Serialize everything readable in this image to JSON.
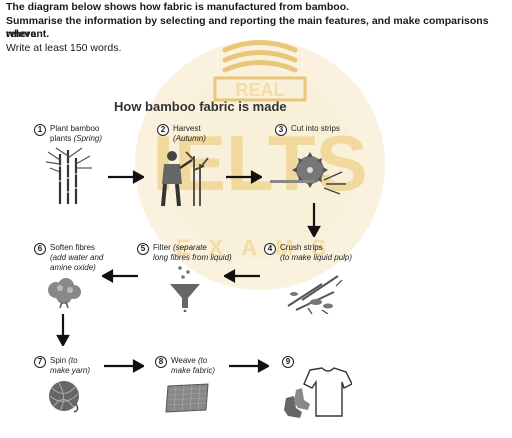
{
  "instructions": {
    "line1": "The diagram below shows how fabric is manufactured from bamboo.",
    "line2a": "Summarise the information by selecting and reporting the main features, and make comparisons where",
    "line2b": "relevant.",
    "line3": "Write at least 150 words."
  },
  "diagram": {
    "title": "How bamboo fabric is made",
    "steps": [
      {
        "num": "1",
        "label": "Plant bamboo",
        "label2": "plants",
        "note": "(Spring)",
        "icon": "bamboo-plant-icon"
      },
      {
        "num": "2",
        "label": "Harvest",
        "note": "(Autumn)",
        "icon": "harvest-worker-icon"
      },
      {
        "num": "3",
        "label": "Cut into strips",
        "icon": "saw-icon"
      },
      {
        "num": "4",
        "label": "Crush strips",
        "note": "(to make liquid pulp)",
        "icon": "crushed-strips-icon"
      },
      {
        "num": "5",
        "label": "Filter",
        "note": "(separate",
        "note2": "long fibres from liquid)",
        "icon": "funnel-icon"
      },
      {
        "num": "6",
        "label": "Soften fibres",
        "note": "(add water and",
        "note2": "amine oxide)",
        "icon": "cotton-fibre-icon"
      },
      {
        "num": "7",
        "label": "Spin",
        "note": "(to",
        "note2": "make yarn)",
        "icon": "yarn-ball-icon"
      },
      {
        "num": "8",
        "label": "Weave",
        "note": "(to",
        "note2": "make fabric)",
        "icon": "fabric-icon"
      },
      {
        "num": "9",
        "icon": "clothing-icon"
      }
    ]
  },
  "watermark": {
    "logo_top": "REAL",
    "logo_main": "IELTS",
    "logo_bottom": "EXAMS",
    "color": "#e8c77a"
  }
}
